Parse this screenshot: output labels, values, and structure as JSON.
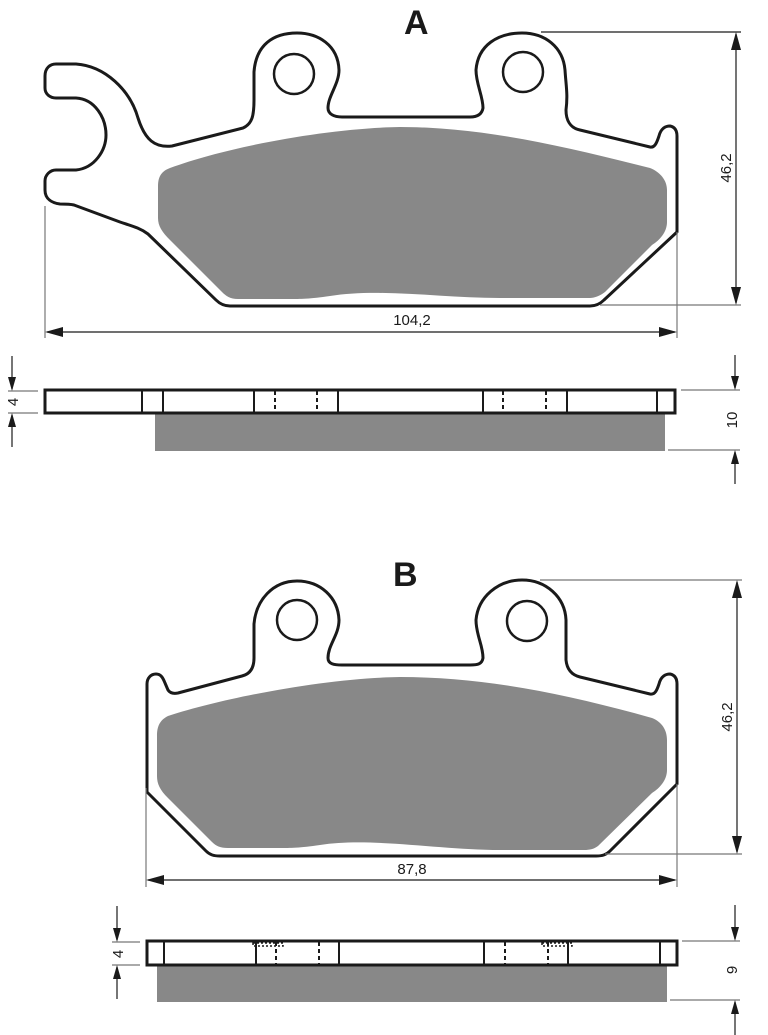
{
  "figures": [
    {
      "id": "A",
      "label": "A",
      "height_dim": "46,2",
      "width_dim": "104,2",
      "plate_thickness_dim": "4",
      "total_thickness_dim": "10"
    },
    {
      "id": "B",
      "label": "B",
      "height_dim": "46,2",
      "width_dim": "87,8",
      "plate_thickness_dim": "4",
      "total_thickness_dim": "9"
    }
  ],
  "colors": {
    "outline": "#1a1a1a",
    "friction_material": "#888888",
    "background": "#ffffff"
  }
}
